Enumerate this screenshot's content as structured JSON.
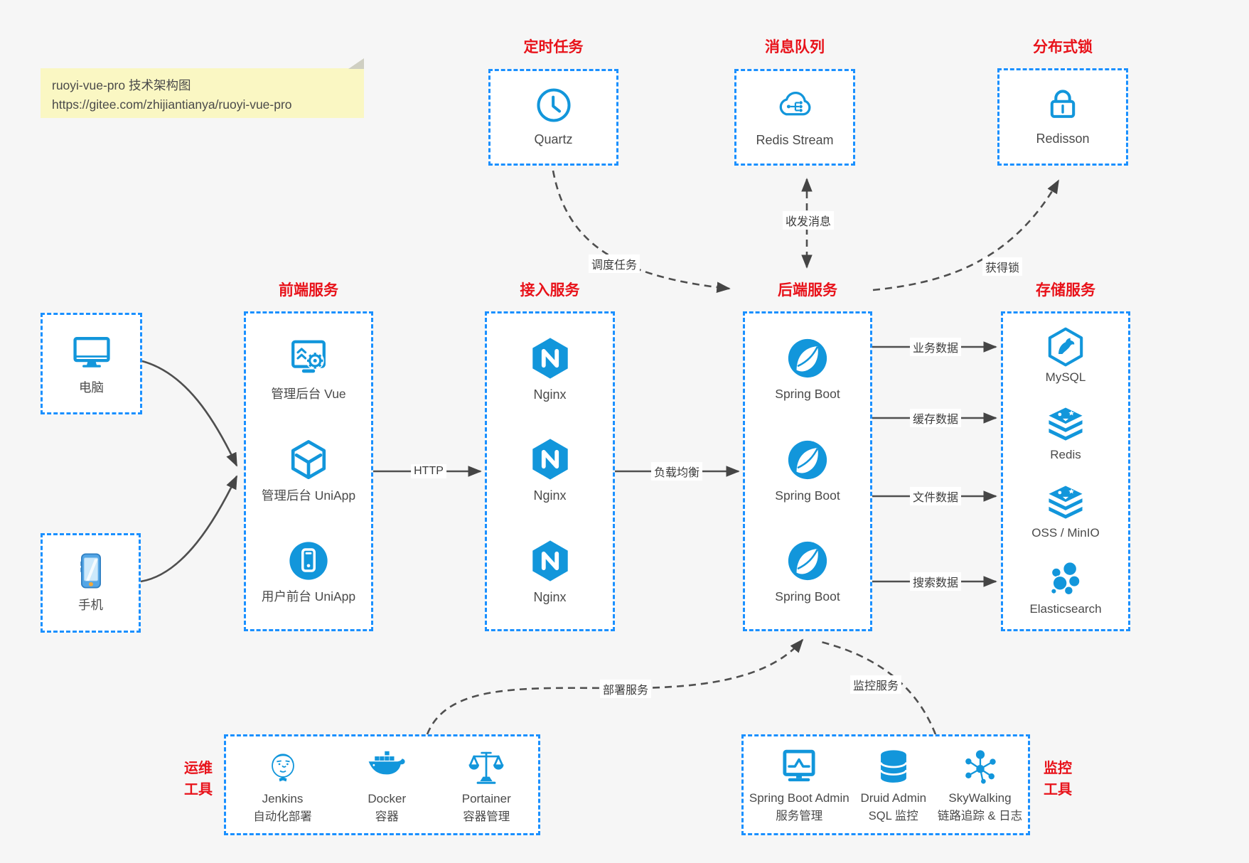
{
  "colors": {
    "background": "#f6f6f6",
    "box_border_blue": "#1a90ff",
    "icon_blue": "#1296db",
    "title_red": "#e8121a",
    "arrow_gray": "#4f4f4f",
    "note_yellow": "#faf7c3",
    "label_gray": "#4a4a4a"
  },
  "note": {
    "title": "ruoyi-vue-pro 技术架构图",
    "url": "https://gitee.com/zhijiantianya/ruoyi-vue-pro"
  },
  "top_groups": [
    {
      "title": "定时任务",
      "icon": "clock-icon",
      "label": "Quartz"
    },
    {
      "title": "消息队列",
      "icon": "redis-stream-cloud-icon",
      "label": "Redis Stream"
    },
    {
      "title": "分布式锁",
      "icon": "lock-icon",
      "label": "Redisson"
    }
  ],
  "clients": [
    {
      "icon": "desktop-icon",
      "label": "电脑"
    },
    {
      "icon": "mobile-phone-icon",
      "label": "手机"
    }
  ],
  "columns": [
    {
      "title": "前端服务",
      "items": [
        {
          "icon": "admin-vue-icon",
          "label": "管理后台 Vue"
        },
        {
          "icon": "uniapp-cube-icon",
          "label": "管理后台 UniApp"
        },
        {
          "icon": "uniapp-user-icon",
          "label": "用户前台 UniApp"
        }
      ]
    },
    {
      "title": "接入服务",
      "items": [
        {
          "icon": "nginx-icon",
          "label": "Nginx"
        },
        {
          "icon": "nginx-icon",
          "label": "Nginx"
        },
        {
          "icon": "nginx-icon",
          "label": "Nginx"
        }
      ]
    },
    {
      "title": "后端服务",
      "items": [
        {
          "icon": "spring-boot-icon",
          "label": "Spring Boot"
        },
        {
          "icon": "spring-boot-icon",
          "label": "Spring Boot"
        },
        {
          "icon": "spring-boot-icon",
          "label": "Spring Boot"
        }
      ]
    },
    {
      "title": "存储服务",
      "items": [
        {
          "icon": "mysql-icon",
          "label": "MySQL"
        },
        {
          "icon": "redis-icon",
          "label": "Redis"
        },
        {
          "icon": "oss-minio-icon",
          "label": "OSS / MinIO"
        },
        {
          "icon": "elasticsearch-icon",
          "label": "Elasticsearch"
        }
      ]
    }
  ],
  "bottom_groups": [
    {
      "side_label": [
        "运维",
        "工具"
      ],
      "items": [
        {
          "icon": "jenkins-icon",
          "label": "Jenkins",
          "sublabel": "自动化部署"
        },
        {
          "icon": "docker-icon",
          "label": "Docker",
          "sublabel": "容器"
        },
        {
          "icon": "portainer-icon",
          "label": "Portainer",
          "sublabel": "容器管理"
        }
      ]
    },
    {
      "side_label": [
        "监控",
        "工具"
      ],
      "items": [
        {
          "icon": "spring-boot-admin-icon",
          "label": "Spring Boot Admin",
          "sublabel": "服务管理"
        },
        {
          "icon": "druid-icon",
          "label": "Druid Admin",
          "sublabel": "SQL 监控"
        },
        {
          "icon": "skywalking-icon",
          "label": "SkyWalking",
          "sublabel": "链路追踪 & 日志"
        }
      ]
    }
  ],
  "edge_labels": {
    "http": "HTTP",
    "load_balance": "负载均衡",
    "schedule_task": "调度任务",
    "send_receive_message": "收发消息",
    "acquire_lock": "获得锁",
    "business_data": "业务数据",
    "cache_data": "缓存数据",
    "file_data": "文件数据",
    "search_data": "搜索数据",
    "deploy_service": "部署服务",
    "monitor_service": "监控服务"
  }
}
